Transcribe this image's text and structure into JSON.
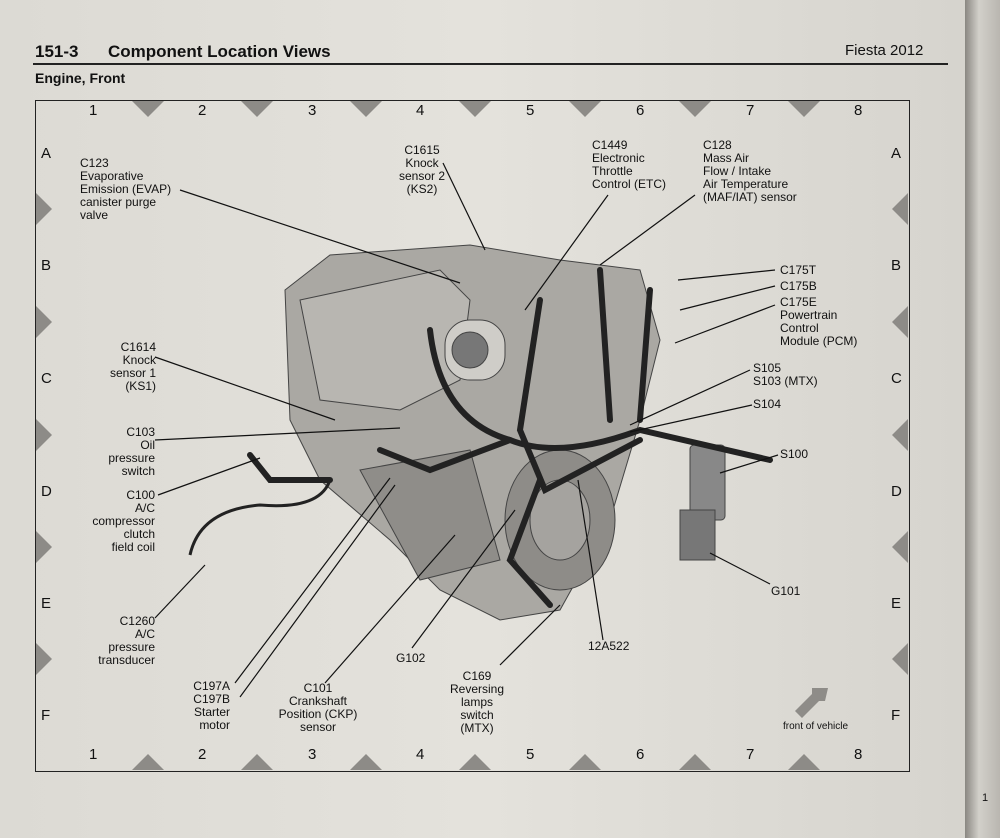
{
  "header": {
    "section": "151-3",
    "title": "Component Location Views",
    "vehicle": "Fiesta 2012",
    "subtitle": "Engine, Front"
  },
  "grid": {
    "columns": [
      "1",
      "2",
      "3",
      "4",
      "5",
      "6",
      "7",
      "8"
    ],
    "rows": [
      "A",
      "B",
      "C",
      "D",
      "E",
      "F"
    ]
  },
  "callouts": [
    {
      "id": "c123",
      "text": "C123\nEvaporative\nEmission (EVAP)\ncanister purge\nvalve"
    },
    {
      "id": "c1615",
      "text": "C1615\nKnock\nsensor 2\n(KS2)"
    },
    {
      "id": "c1449",
      "text": "C1449\nElectronic\nThrottle\nControl (ETC)"
    },
    {
      "id": "c128",
      "text": "C128\nMass Air\nFlow / Intake\nAir Temperature\n(MAF/IAT) sensor"
    },
    {
      "id": "c175t",
      "text": "C175T"
    },
    {
      "id": "c175b",
      "text": "C175B"
    },
    {
      "id": "c175e",
      "text": "C175E\nPowertrain\nControl\nModule (PCM)"
    },
    {
      "id": "s105",
      "text": "S105\nS103 (MTX)"
    },
    {
      "id": "s104",
      "text": "S104"
    },
    {
      "id": "s100",
      "text": "S100"
    },
    {
      "id": "g101",
      "text": "G101"
    },
    {
      "id": "c1614",
      "text": "C1614\nKnock\nsensor 1\n(KS1)"
    },
    {
      "id": "c103",
      "text": "C103\nOil\npressure\nswitch"
    },
    {
      "id": "c100",
      "text": "C100\nA/C\ncompressor\nclutch\nfield coil"
    },
    {
      "id": "c1260",
      "text": "C1260\nA/C\npressure\ntransducer"
    },
    {
      "id": "c197",
      "text": "C197A\nC197B\nStarter\nmotor"
    },
    {
      "id": "c101",
      "text": "C101\nCrankshaft\nPosition (CKP)\nsensor"
    },
    {
      "id": "g102",
      "text": "G102"
    },
    {
      "id": "c169",
      "text": "C169\nReversing\nlamps\nswitch\n(MTX)"
    },
    {
      "id": "12a522",
      "text": "12A522"
    }
  ],
  "front_label": "front of vehicle",
  "page_corner": "1"
}
